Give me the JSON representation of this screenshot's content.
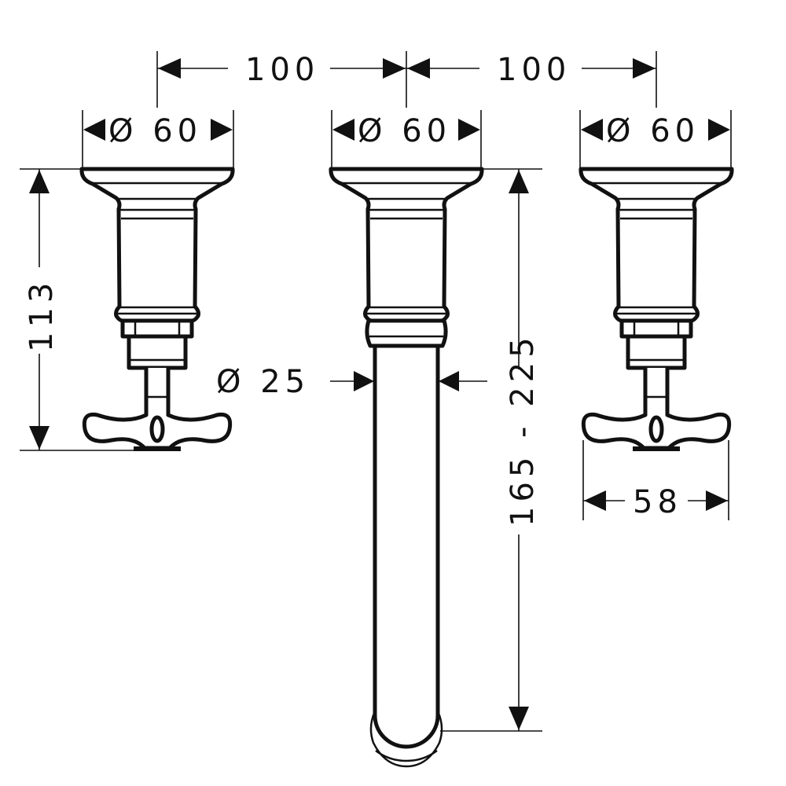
{
  "drawing": {
    "dimensions": {
      "spacing_left": "100",
      "spacing_right": "100",
      "flange_left": "Ø 60",
      "flange_center": "Ø 60",
      "flange_right": "Ø 60",
      "valve_height": "113",
      "spout_diameter": "Ø 25",
      "spout_length": "165 - 225",
      "handle_width": "58"
    },
    "colors": {
      "line": "#111111",
      "background": "#ffffff"
    }
  }
}
